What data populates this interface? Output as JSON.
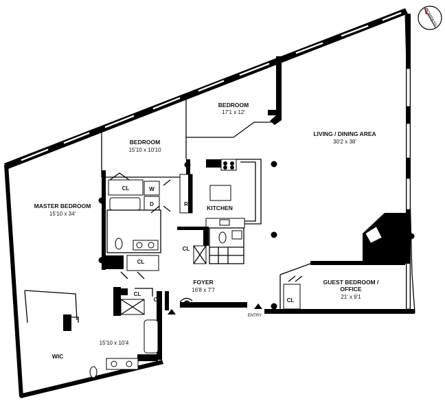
{
  "rooms": {
    "bedroom_north": {
      "name": "BEDROOM",
      "dims": "17'1 x 12'"
    },
    "bedroom_mid": {
      "name": "BEDROOM",
      "dims": "15'10 x 10'10"
    },
    "living": {
      "name": "LIVING / DINING AREA",
      "dims": "30'2 x 38'"
    },
    "master": {
      "name": "MASTER BEDROOM",
      "dims": "15'10 x 34'"
    },
    "kitchen": {
      "name": "KITCHEN"
    },
    "foyer": {
      "name": "FOYER",
      "dims": "16'8 x 7'7"
    },
    "guest": {
      "name_line1": "GUEST BEDROOM /",
      "name_line2": "OFFICE",
      "dims": "21' x 9'1"
    },
    "bath": {
      "dims": "15'10 x 10'4"
    },
    "wic": {
      "name": "WIC"
    }
  },
  "closets": {
    "cl1": "CL",
    "cl2": "CL",
    "cl3": "CL",
    "cl4": "CL",
    "cl5": "CL",
    "cl6": "CL"
  },
  "appliances": {
    "washer": "W",
    "dryer": "D",
    "refrigerator": "R"
  },
  "entry": "ENTRY",
  "compass": {
    "label": "COMPASS",
    "north": "N"
  },
  "colors": {
    "wall": "#000000",
    "background": "#ffffff"
  }
}
